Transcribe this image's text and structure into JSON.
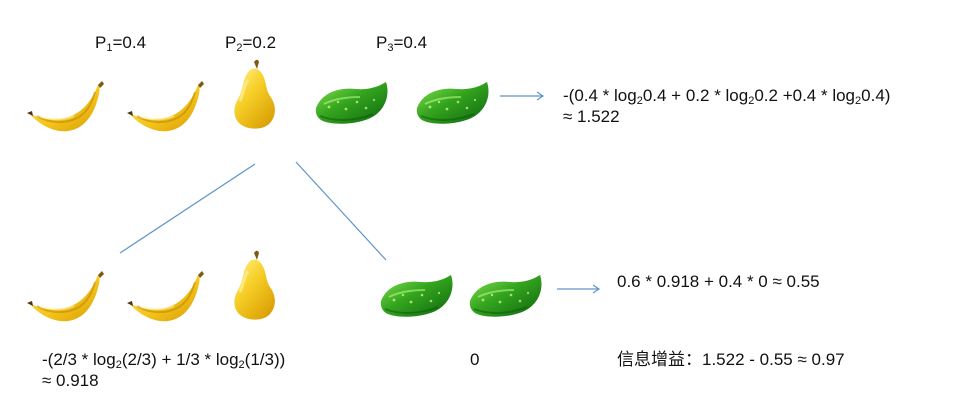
{
  "labels": {
    "p1": {
      "symbol": "P",
      "subscript": "1",
      "value": "=0.4"
    },
    "p2": {
      "symbol": "P",
      "subscript": "2",
      "value": "=0.2"
    },
    "p3": {
      "symbol": "P",
      "subscript": "3",
      "value": "=0.4"
    }
  },
  "formulas": {
    "root_line1": {
      "a": "-(0.4 * log",
      "a_sub": "2",
      "b": "0.4 + 0.2 * log",
      "b_sub": "2",
      "c": "0.2 +0.4 * log",
      "c_sub": "2",
      "d": "0.4)"
    },
    "root_line2": "≈ 1.522",
    "left_line1": {
      "a": "-(2/3 * log",
      "a_sub": "2",
      "b": "(2/3) + 1/3 * log",
      "b_sub": "2",
      "c": "(1/3))"
    },
    "left_line2": "≈ 0.918",
    "right_zero": "0",
    "weighted": "0.6 * 0.918 + 0.4 * 0  ≈ 0.55",
    "gain": "信息增益：1.522 - 0.55 ≈ 0.97"
  },
  "icons": {
    "banana": "banana-icon",
    "pear": "pear-icon",
    "cucumber": "cucumber-icon",
    "arrow": "arrow-icon"
  },
  "colors": {
    "line": "#5f95c7",
    "arrow": "#5f95c7",
    "banana_main": "#f5cb1c",
    "banana_shadow": "#c98f05",
    "pear_main": "#f2bd12",
    "pear_highlight": "#ffe66a",
    "cucumber_main": "#2f9b1a",
    "cucumber_light": "#6bd33b",
    "cucumber_dark": "#0d5c0c"
  }
}
